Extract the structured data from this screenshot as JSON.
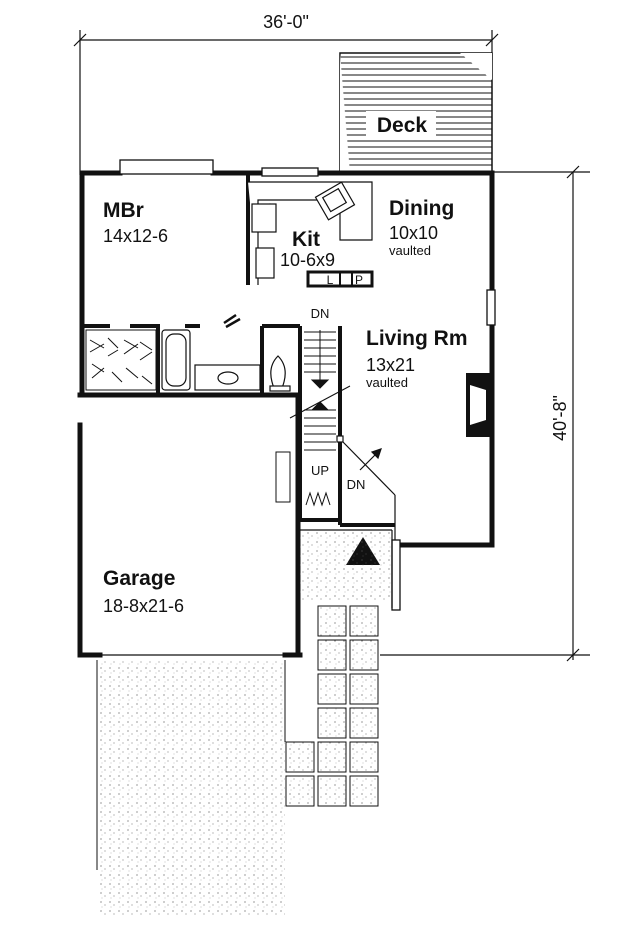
{
  "dimensions": {
    "width_label": "36'-0\"",
    "depth_label": "40'-8\""
  },
  "rooms": {
    "deck": {
      "name": "Deck"
    },
    "mbr": {
      "name": "MBr",
      "size": "14x12-6"
    },
    "kit": {
      "name": "Kit",
      "size": "10-6x9"
    },
    "dining": {
      "name": "Dining",
      "size": "10x10",
      "note": "vaulted"
    },
    "living": {
      "name": "Living Rm",
      "size": "13x21",
      "note": "vaulted"
    },
    "garage": {
      "name": "Garage",
      "size": "18-8x21-6"
    }
  },
  "fixtures": {
    "pantry_l": "L",
    "pantry_p": "P"
  },
  "stairs": {
    "down_top": "DN",
    "up": "UP",
    "down_entry": "DN"
  },
  "colors": {
    "ink": "#111111",
    "paper": "#ffffff"
  }
}
